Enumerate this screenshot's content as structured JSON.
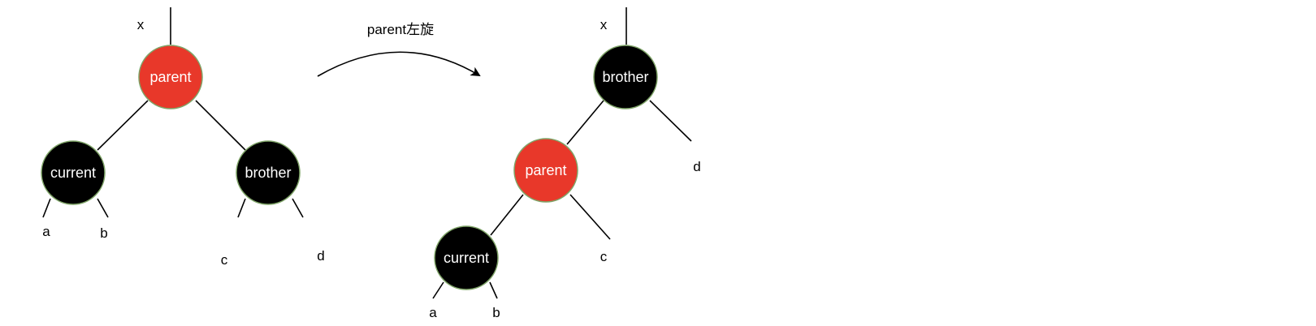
{
  "title": "parent左旋",
  "colors": {
    "red": "#e8382a",
    "black": "#000000",
    "node_border": "#7fa468"
  },
  "before": {
    "root_label": "x",
    "nodes": {
      "parent": "parent",
      "current": "current",
      "brother": "brother"
    },
    "leaves": {
      "a": "a",
      "b": "b",
      "c": "c",
      "d": "d"
    }
  },
  "after": {
    "root_label": "x",
    "nodes": {
      "brother": "brother",
      "parent": "parent",
      "current": "current"
    },
    "leaves": {
      "a": "a",
      "b": "b",
      "c": "c",
      "d": "d"
    }
  }
}
